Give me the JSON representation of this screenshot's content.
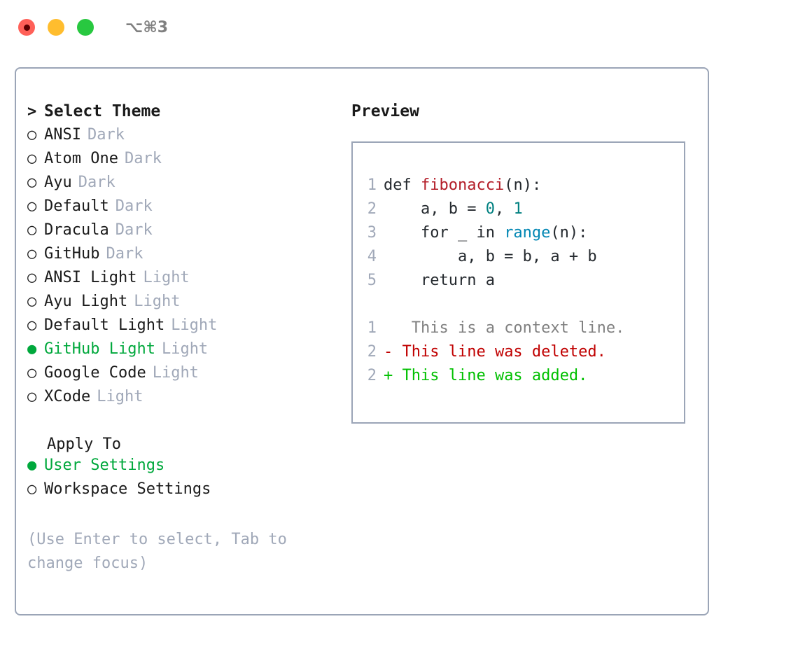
{
  "titlebar": {
    "shortcut": "⌥⌘3",
    "buttons": [
      {
        "name": "close",
        "color": "#FF6058"
      },
      {
        "name": "minimize",
        "color": "#FFBD2E"
      },
      {
        "name": "maximize",
        "color": "#28C840"
      }
    ]
  },
  "colors": {
    "accent_green": "#00A83C",
    "muted_grey": "#A0A8B8",
    "border": "#9BA5B7",
    "text": "#1a1a1a",
    "diff_add": "#00C000",
    "diff_del": "#C00000",
    "diff_ctx": "#808080",
    "syntax_function": "#B31D28",
    "syntax_number": "#008080",
    "syntax_call": "#0086B3"
  },
  "theme_list": {
    "header_marker": ">",
    "header_label": "Select Theme",
    "items": [
      {
        "marker": "○",
        "label": "ANSI",
        "tag": "Dark",
        "selected": false
      },
      {
        "marker": "○",
        "label": "Atom One",
        "tag": "Dark",
        "selected": false
      },
      {
        "marker": "○",
        "label": "Ayu",
        "tag": "Dark",
        "selected": false
      },
      {
        "marker": "○",
        "label": "Default",
        "tag": "Dark",
        "selected": false
      },
      {
        "marker": "○",
        "label": "Dracula",
        "tag": "Dark",
        "selected": false
      },
      {
        "marker": "○",
        "label": "GitHub",
        "tag": "Dark",
        "selected": false
      },
      {
        "marker": "○",
        "label": "ANSI Light",
        "tag": "Light",
        "selected": false
      },
      {
        "marker": "○",
        "label": "Ayu Light",
        "tag": "Light",
        "selected": false
      },
      {
        "marker": "○",
        "label": "Default Light",
        "tag": "Light",
        "selected": false
      },
      {
        "marker": "●",
        "label": "GitHub Light",
        "tag": "Light",
        "selected": true
      },
      {
        "marker": "○",
        "label": "Google Code",
        "tag": "Light",
        "selected": false
      },
      {
        "marker": "○",
        "label": "XCode",
        "tag": "Light",
        "selected": false
      }
    ]
  },
  "apply_to": {
    "title": "Apply To",
    "items": [
      {
        "marker": "●",
        "label": "User Settings",
        "selected": true
      },
      {
        "marker": "○",
        "label": "Workspace Settings",
        "selected": false
      }
    ]
  },
  "hint": "(Use Enter to select, Tab to change focus)",
  "preview": {
    "title": "Preview",
    "code_lines": [
      {
        "no": "1",
        "parts": [
          {
            "text": "def ",
            "style": "plain"
          },
          {
            "text": "fibonacci",
            "style": "fn"
          },
          {
            "text": "(n):",
            "style": "plain"
          }
        ]
      },
      {
        "no": "2",
        "parts": [
          {
            "text": "    a, b = ",
            "style": "plain"
          },
          {
            "text": "0",
            "style": "num"
          },
          {
            "text": ", ",
            "style": "plain"
          },
          {
            "text": "1",
            "style": "num"
          }
        ]
      },
      {
        "no": "3",
        "parts": [
          {
            "text": "    for _ in ",
            "style": "plain"
          },
          {
            "text": "range",
            "style": "call"
          },
          {
            "text": "(n):",
            "style": "plain"
          }
        ]
      },
      {
        "no": "4",
        "parts": [
          {
            "text": "        a, b = b, a + b",
            "style": "plain"
          }
        ]
      },
      {
        "no": "5",
        "parts": [
          {
            "text": "    return a",
            "style": "plain"
          }
        ]
      }
    ],
    "diff_lines": [
      {
        "no": "1",
        "sign": " ",
        "text": "  This is a context line.",
        "kind": "ctx"
      },
      {
        "no": "2",
        "sign": "-",
        "text": " This line was deleted.",
        "kind": "del"
      },
      {
        "no": "2",
        "sign": "+",
        "text": " This line was added.",
        "kind": "add"
      }
    ]
  }
}
